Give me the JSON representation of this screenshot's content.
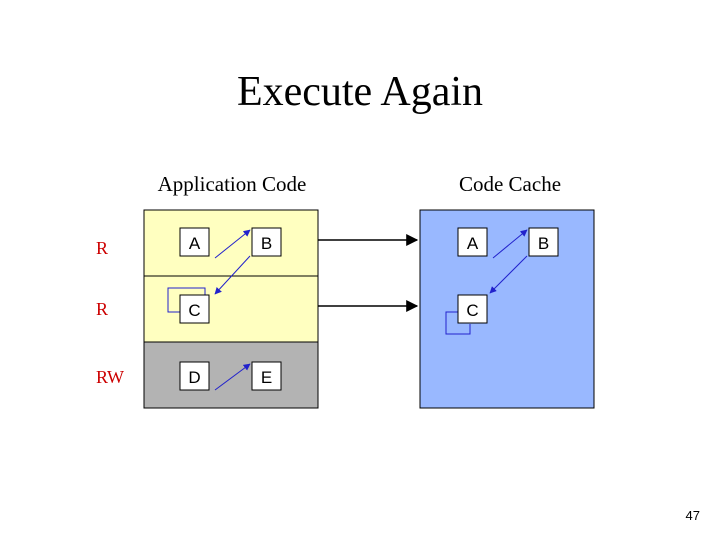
{
  "slide": {
    "title": "Execute Again",
    "page_number": "47"
  },
  "labels": {
    "application_code": "Application Code",
    "code_cache": "Code Cache"
  },
  "permissions": [
    "R",
    "R",
    "RW"
  ],
  "application_blocks": [
    {
      "name": "A",
      "row": 0
    },
    {
      "name": "B",
      "row": 0
    },
    {
      "name": "C",
      "row": 1
    },
    {
      "name": "D",
      "row": 2
    },
    {
      "name": "E",
      "row": 2
    }
  ],
  "cache_blocks": [
    {
      "name": "A"
    },
    {
      "name": "B"
    },
    {
      "name": "C"
    }
  ],
  "colors": {
    "region_readonly": "#ffffc0",
    "region_readwrite": "#b3b3b3",
    "code_cache": "#99b8ff",
    "permission_text": "#cc0000",
    "link_arrow": "#2222cc",
    "copy_arrow": "#000000"
  }
}
